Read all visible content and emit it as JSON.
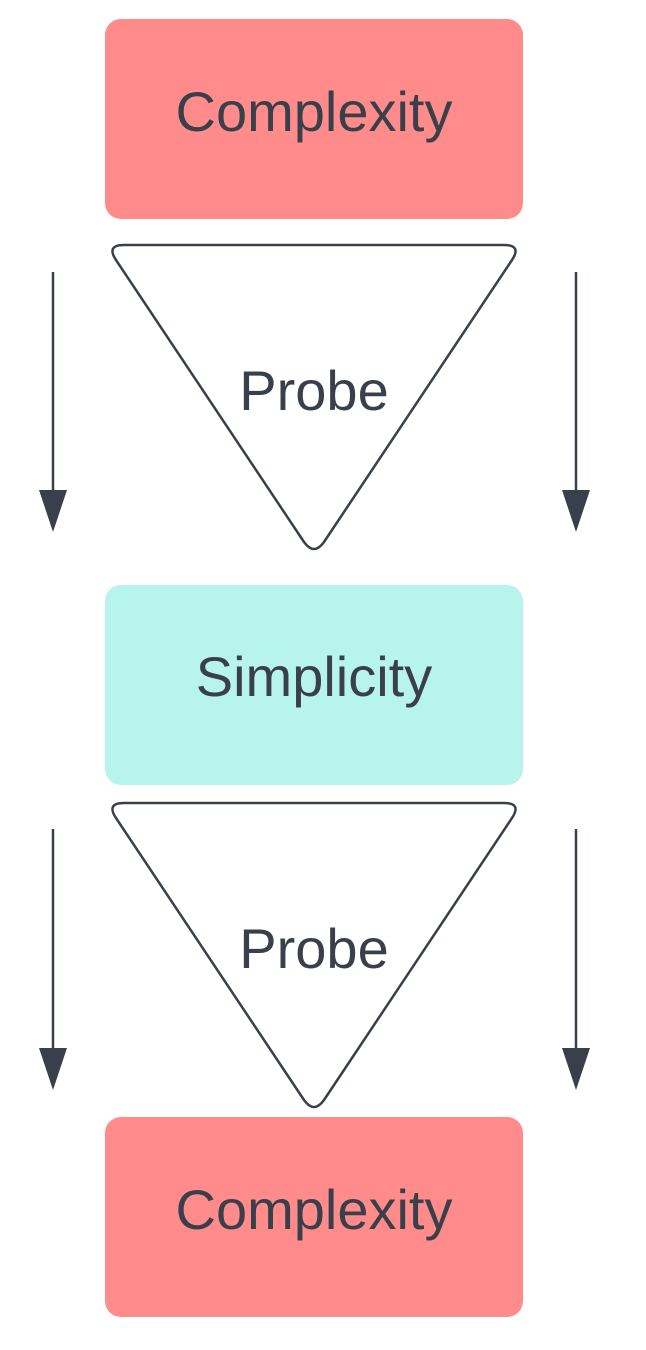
{
  "diagram": {
    "colors": {
      "complexity_fill": "#ff8c8a",
      "simplicity_fill": "#b7f4eb",
      "probe_fill": "#ffffff",
      "stroke": "#3a404b",
      "text": "#3a404b"
    },
    "nodes": {
      "top": {
        "label": "Complexity",
        "shape": "rounded-rectangle"
      },
      "probe_1": {
        "label": "Probe",
        "shape": "inverted-triangle"
      },
      "middle": {
        "label": "Simplicity",
        "shape": "rounded-rectangle"
      },
      "probe_2": {
        "label": "Probe",
        "shape": "inverted-triangle"
      },
      "bottom": {
        "label": "Complexity",
        "shape": "rounded-rectangle"
      }
    },
    "arrows": [
      {
        "name": "left-down-arrow-1",
        "direction": "down"
      },
      {
        "name": "right-down-arrow-1",
        "direction": "down"
      },
      {
        "name": "left-down-arrow-2",
        "direction": "down"
      },
      {
        "name": "right-down-arrow-2",
        "direction": "down"
      }
    ]
  }
}
